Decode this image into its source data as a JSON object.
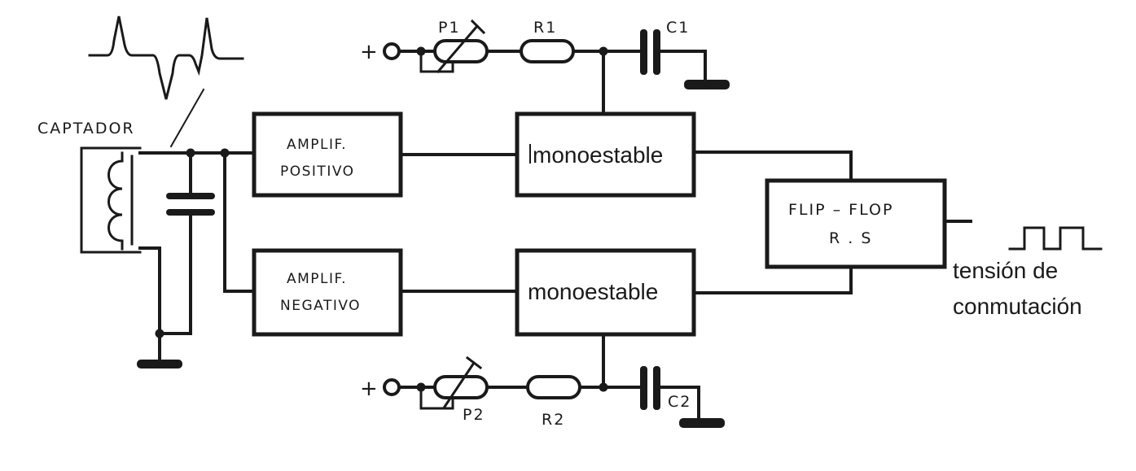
{
  "pickup": {
    "label": "CAPTADOR"
  },
  "blocks": {
    "amp_pos": {
      "line1": "AMPLIF.",
      "line2": "POSITIVO"
    },
    "amp_neg": {
      "line1": "AMPLIF.",
      "line2": "NEGATIVO"
    },
    "mono_top": {
      "label": "monoestable"
    },
    "mono_bottom": {
      "label": "monoestable"
    },
    "flipflop": {
      "line1": "FLIP – FLOP",
      "line2": "R . S"
    }
  },
  "timing_top": {
    "plus": "+",
    "pot": "P1",
    "resistor": "R1",
    "capacitor": "C1"
  },
  "timing_bottom": {
    "plus": "+",
    "pot": "P2",
    "resistor": "R2",
    "capacitor": "C2"
  },
  "output": {
    "line1": "tensión de",
    "line2": "conmutación"
  }
}
